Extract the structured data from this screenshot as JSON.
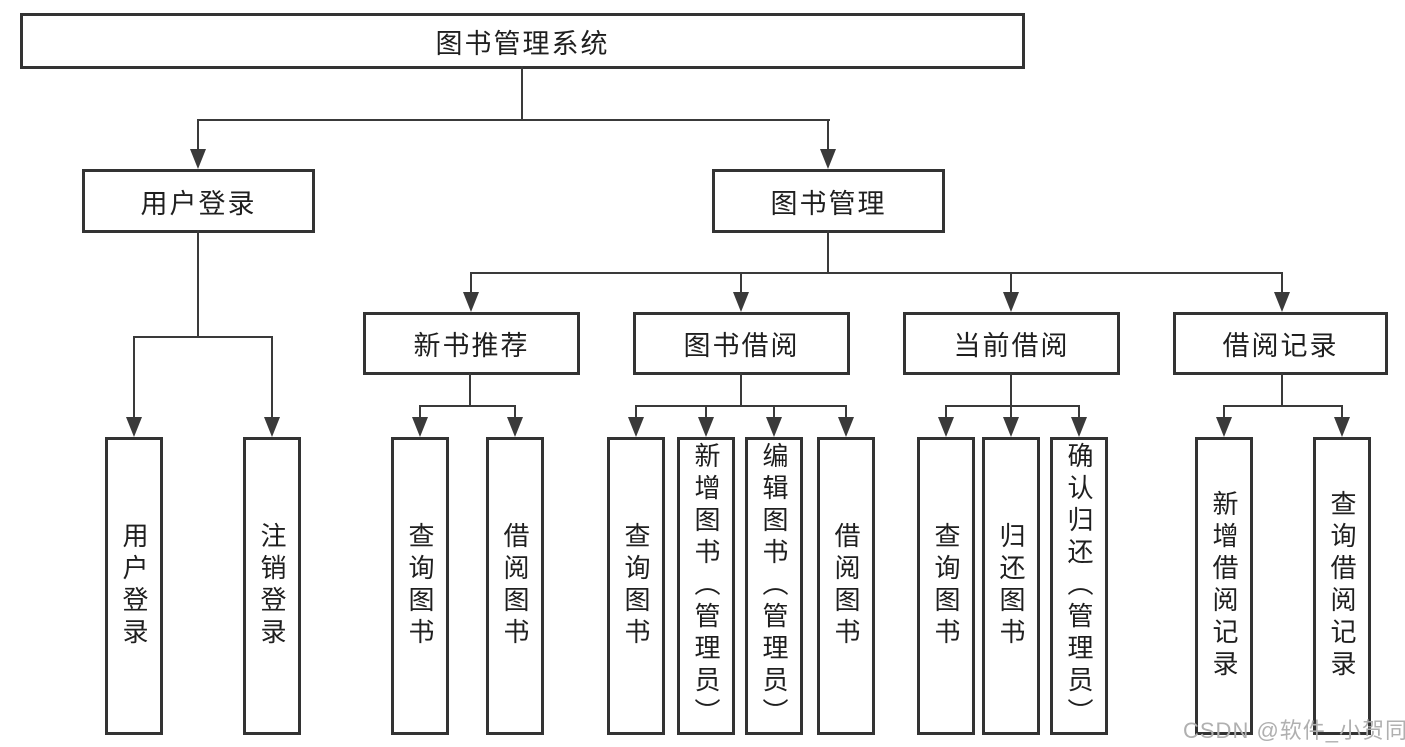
{
  "diagram": {
    "title": "图书管理系统",
    "root": {
      "label": "图书管理系统"
    },
    "branches": {
      "user_login": {
        "label": "用户登录",
        "children": {
          "login": "用户登录",
          "logout": "注销登录"
        }
      },
      "book_mgmt": {
        "label": "图书管理"
      },
      "new_book": {
        "label": "新书推荐",
        "children": {
          "query": "查询图书",
          "borrow": "借阅图书"
        }
      },
      "book_borrow": {
        "label": "图书借阅",
        "children": {
          "query": "查询图书",
          "add": "新增图书（管理员）",
          "edit": "编辑图书（管理员）",
          "borrow": "借阅图书"
        }
      },
      "current_borrow": {
        "label": "当前借阅",
        "children": {
          "query": "查询图书",
          "return": "归还图书",
          "confirm": "确认归还（管理员）"
        }
      },
      "borrow_record": {
        "label": "借阅记录",
        "children": {
          "add": "新增借阅记录",
          "query": "查询借阅记录"
        }
      }
    }
  },
  "watermark": {
    "text": "CSDN @软件_小贺同学",
    "color": "#b0b0b0"
  },
  "colors": {
    "box_border": "#333333",
    "connector_line": "#3a3a3a",
    "text": "#1f1f1f",
    "background": "#ffffff"
  }
}
